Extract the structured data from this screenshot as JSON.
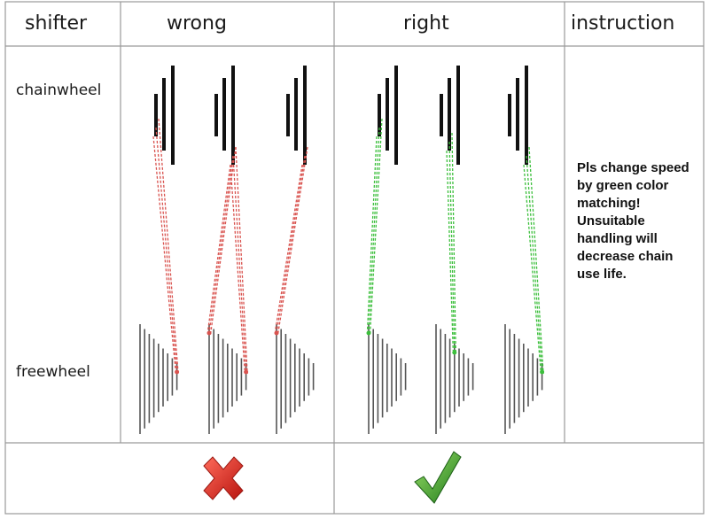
{
  "headers": {
    "shifter": "shifter",
    "wrong": "wrong",
    "right": "right",
    "instruction": "instruction"
  },
  "row_labels": {
    "chainwheel": "chainwheel",
    "freewheel": "freewheel"
  },
  "instruction_text": "Pls change speed\nby green color\nmatching!\nUnsuitable\nhandling will\ndecrease chain\n use life.",
  "colors": {
    "grid_line": "#9a9a9a",
    "chainring": "#111111",
    "cog": "#555555",
    "wrong_chain": "#d9534f",
    "right_chain": "#3cbf3c",
    "wrong_icon": "#e0322f",
    "right_icon": "#3a9a2a"
  },
  "icons": {
    "wrong": "cross-icon",
    "right": "checkmark-icon"
  }
}
